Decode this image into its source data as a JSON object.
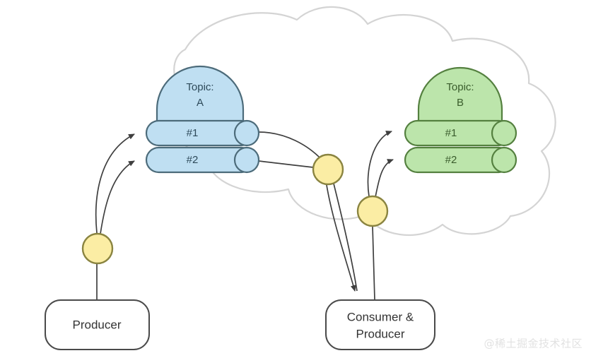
{
  "diagram": {
    "type": "message-broker-flow",
    "background": "#ffffff",
    "cloud": {
      "name": "message-broker-cloud",
      "stroke": "#d4d4d4",
      "fill": "#ffffff"
    },
    "topics": [
      {
        "id": "topic-a",
        "title_line1": "Topic:",
        "title_line2": "A",
        "fill": "#bfdff2",
        "stroke": "#4c6b7a",
        "text_color": "#2e4a5a",
        "partitions": [
          {
            "id": "topic-a-partition-1",
            "label": "#1"
          },
          {
            "id": "topic-a-partition-2",
            "label": "#2"
          }
        ]
      },
      {
        "id": "topic-b",
        "title_line1": "Topic:",
        "title_line2": "B",
        "fill": "#bce5ab",
        "stroke": "#54803f",
        "text_color": "#3a5c2c",
        "partitions": [
          {
            "id": "topic-b-partition-1",
            "label": "#1"
          },
          {
            "id": "topic-b-partition-2",
            "label": "#2"
          }
        ]
      }
    ],
    "actors": [
      {
        "id": "producer",
        "label_line1": "Producer",
        "label_line2": "",
        "fill": "#ffffff",
        "stroke": "#4a4a4a",
        "text_color": "#333333"
      },
      {
        "id": "consumer-producer",
        "label_line1": "Consumer &",
        "label_line2": "Producer",
        "fill": "#ffffff",
        "stroke": "#4a4a4a",
        "text_color": "#333333"
      }
    ],
    "message_dots": [
      {
        "id": "message-dot-producer",
        "fill": "#fbeda4",
        "stroke": "#8a8440"
      },
      {
        "id": "message-dot-topic-a-out",
        "fill": "#fbeda4",
        "stroke": "#8a8440"
      },
      {
        "id": "message-dot-topic-b-in",
        "fill": "#fbeda4",
        "stroke": "#8a8440"
      }
    ],
    "edges": {
      "stroke": "#3f3f3f",
      "count": 7
    },
    "watermark": "@稀土掘金技术社区"
  }
}
